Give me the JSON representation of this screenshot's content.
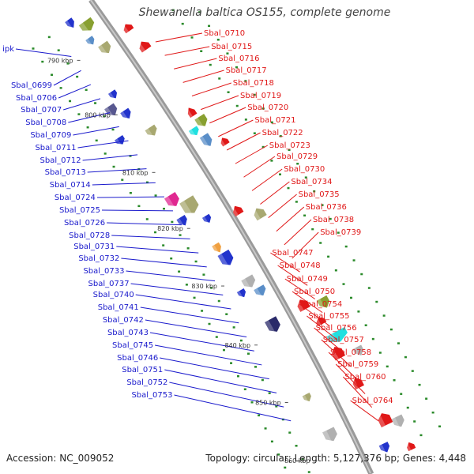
{
  "title": "Shewanella baltica OS155, complete genome",
  "footer": {
    "accession": "Accession: NC_009052",
    "summary": "Topology: circular; Length: 5,127,376 bp; Genes: 4,448"
  },
  "colors": {
    "left_labels": "#1a1acc",
    "right_labels": "#e01818",
    "backbone": "#9a9a9a",
    "ticks": "#2a8a2a"
  },
  "ticks": [
    "790 kbp",
    "800 kbp",
    "810 kbp",
    "820 kbp",
    "830 kbp",
    "840 kbp",
    "850 kbp",
    "860 kbp"
  ],
  "left_genes": [
    "ipk",
    "Sbal_0699",
    "Sbal_0706",
    "Sbal_0707",
    "Sbal_0708",
    "Sbal_0709",
    "Sbal_0711",
    "Sbal_0712",
    "Sbal_0713",
    "Sbal_0714",
    "Sbal_0724",
    "Sbal_0725",
    "Sbal_0726",
    "Sbal_0728",
    "Sbal_0731",
    "Sbal_0732",
    "Sbal_0733",
    "Sbal_0737",
    "Sbal_0740",
    "Sbal_0741",
    "Sbal_0742",
    "Sbal_0743",
    "Sbal_0745",
    "Sbal_0746",
    "Sbal_0751",
    "Sbal_0752",
    "Sbal_0753"
  ],
  "right_genes": [
    "Sbal_0710",
    "Sbal_0715",
    "Sbal_0716",
    "Sbal_0717",
    "Sbal_0718",
    "Sbal_0719",
    "Sbal_0720",
    "Sbal_0721",
    "Sbal_0722",
    "Sbal_0723",
    "Sbal_0729",
    "Sbal_0730",
    "Sbal_0734",
    "Sbal_0735",
    "Sbal_0736",
    "Sbal_0738",
    "Sbal_0739",
    "Sbal_0747",
    "Sbal_0748",
    "Sbal_0749",
    "Sbal_0750",
    "Sbal_0754",
    "Sbal_0755",
    "Sbal_0756",
    "Sbal_0757",
    "Sbal_0758",
    "Sbal_0759",
    "Sbal_0760",
    "Sbal_0764"
  ]
}
